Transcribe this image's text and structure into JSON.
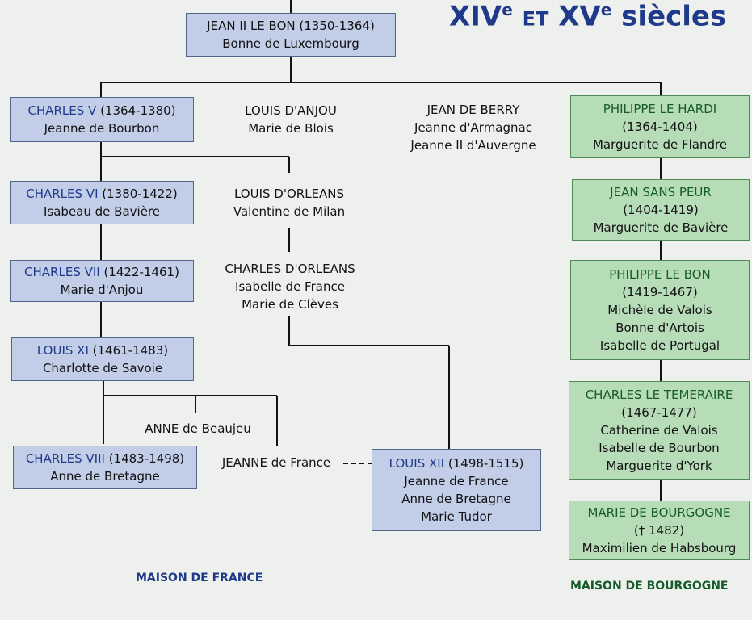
{
  "header": {
    "title_a": "XIV",
    "sup_a": "e",
    "title_b": "ET",
    "title_c": "XV",
    "sup_c": "e",
    "title_d": "siècles"
  },
  "france": {
    "jean2": {
      "name": "JEAN II LE BON (1350-1364)",
      "spouse": "Bonne de Luxembourg"
    },
    "charles5": {
      "name": "CHARLES V",
      "years": " (1364-1380)",
      "spouse": "Jeanne de Bourbon"
    },
    "charles6": {
      "name": "CHARLES VI",
      "years": " (1380-1422)",
      "spouse": "Isabeau de Bavière"
    },
    "charles7": {
      "name": "CHARLES VII",
      "years": " (1422-1461)",
      "spouse": "Marie d'Anjou"
    },
    "louis11": {
      "name": "LOUIS XI",
      "years": " (1461-1483)",
      "spouse": "Charlotte de Savoie"
    },
    "charles8": {
      "name": "CHARLES VIII",
      "years": " (1483-1498)",
      "spouse": "Anne de Bretagne"
    },
    "louis12": {
      "name": "LOUIS XII",
      "years": " (1498-1515)",
      "spouses": [
        "Jeanne de France",
        "Anne de Bretagne",
        "Marie Tudor"
      ]
    }
  },
  "others": {
    "anjou": {
      "name": "LOUIS D'ANJOU",
      "spouse": "Marie de Blois"
    },
    "berry": {
      "name": "JEAN DE BERRY",
      "spouses": [
        "Jeanne d'Armagnac",
        "Jeanne II d'Auvergne"
      ]
    },
    "orleans": {
      "name": "LOUIS D'ORLEANS",
      "spouse": "Valentine de Milan"
    },
    "charles_orleans": {
      "name": "CHARLES D'ORLEANS",
      "spouses": [
        "Isabelle de France",
        "Marie de Clèves"
      ]
    },
    "anne_beaujeu": "ANNE de Beaujeu",
    "jeanne_france": "JEANNE de France"
  },
  "bourgogne": {
    "philippe_hardi": {
      "name": "PHILIPPE LE HARDI",
      "years": "(1364-1404)",
      "spouse": "Marguerite de Flandre"
    },
    "jean_sans_peur": {
      "name": "JEAN SANS PEUR",
      "years": "(1404-1419)",
      "spouse": "Marguerite de Bavière"
    },
    "philippe_bon": {
      "name": "PHILIPPE LE BON",
      "years": "(1419-1467)",
      "spouses": [
        "Michèle de Valois",
        "Bonne d'Artois",
        "Isabelle de Portugal"
      ]
    },
    "charles_temeraire": {
      "name": "CHARLES LE TEMERAIRE",
      "years": "(1467-1477)",
      "spouses": [
        "Catherine de Valois",
        "Isabelle de Bourbon",
        "Marguerite d'York"
      ]
    },
    "marie": {
      "name": "MARIE DE BOURGOGNE",
      "years": "(† 1482)",
      "spouse": "Maximilien de Habsbourg"
    }
  },
  "footer": {
    "france": "MAISON DE FRANCE",
    "bourgogne": "MAISON DE BOURGOGNE"
  }
}
